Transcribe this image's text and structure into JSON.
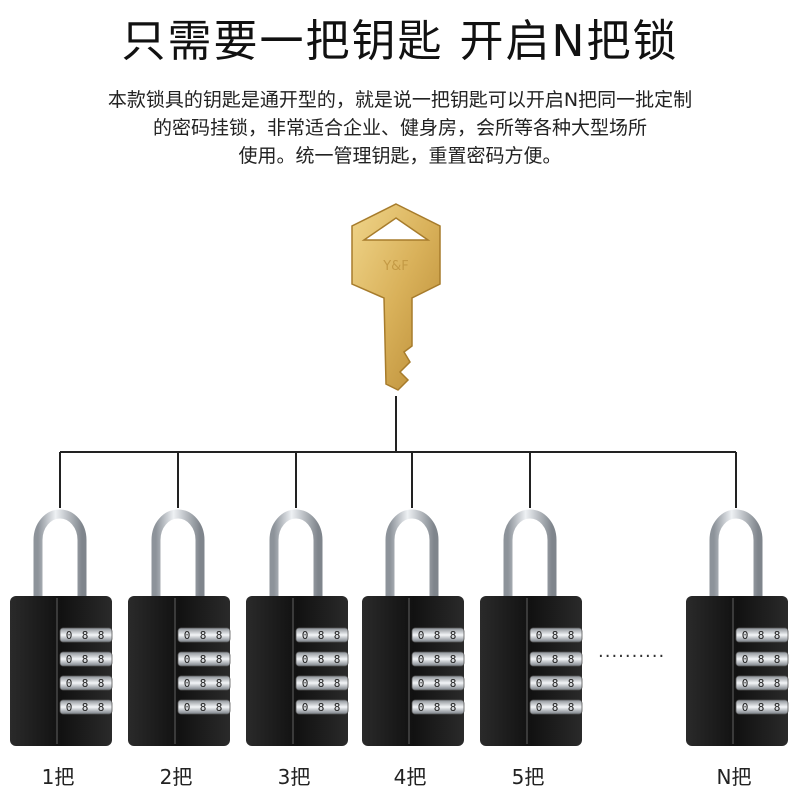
{
  "title": "只需要一把钥匙  开启N把锁",
  "description": [
    "本款锁具的钥匙是通开型的，就是说一把钥匙可以开启N把同一批定制",
    "的密码挂锁，非常适合企业、健身房，会所等各种大型场所",
    "使用。统一管理钥匙，重置密码方便。"
  ],
  "ellipsis": "··········",
  "locks": [
    {
      "label": "1把",
      "digits": "0 8"
    },
    {
      "label": "2把",
      "digits": "0 8"
    },
    {
      "label": "3把",
      "digits": "0 8"
    },
    {
      "label": "4把",
      "digits": "0 8"
    },
    {
      "label": "5把",
      "digits": "0 8"
    },
    {
      "label": "N把",
      "digits": "0 8"
    }
  ],
  "colors": {
    "key_gold": "#d9b15a",
    "lock_body": "#1c1c1c",
    "shackle": "#c8cdd2",
    "line": "#222222"
  }
}
